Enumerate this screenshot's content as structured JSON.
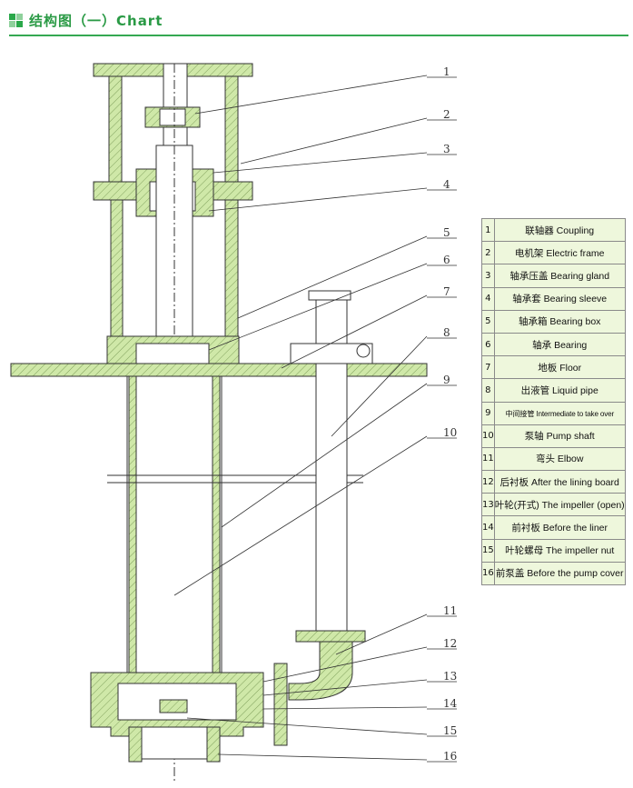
{
  "header": {
    "title": "结构图（一）Chart"
  },
  "callouts": [
    "1",
    "2",
    "3",
    "4",
    "5",
    "6",
    "7",
    "8",
    "9",
    "10",
    "11",
    "12",
    "13",
    "14",
    "15",
    "16"
  ],
  "legend": [
    {
      "no": "1",
      "text": "联轴器 Coupling"
    },
    {
      "no": "2",
      "text": "电机架 Electric frame"
    },
    {
      "no": "3",
      "text": "轴承压盖 Bearing gland"
    },
    {
      "no": "4",
      "text": "轴承套 Bearing sleeve"
    },
    {
      "no": "5",
      "text": "轴承箱 Bearing box"
    },
    {
      "no": "6",
      "text": "轴承 Bearing"
    },
    {
      "no": "7",
      "text": "地板 Floor"
    },
    {
      "no": "8",
      "text": "出液管 Liquid pipe"
    },
    {
      "no": "9",
      "text": "中间接管 Intermediate to take over"
    },
    {
      "no": "10",
      "text": "泵轴 Pump shaft"
    },
    {
      "no": "11",
      "text": "弯头 Elbow"
    },
    {
      "no": "12",
      "text": "后衬板 After the lining board"
    },
    {
      "no": "13",
      "text": "叶轮(开式) The impeller (open)"
    },
    {
      "no": "14",
      "text": "前衬板 Before the liner"
    },
    {
      "no": "15",
      "text": "叶轮螺母 The impeller nut"
    },
    {
      "no": "16",
      "text": "前泵盖 Before the pump cover"
    }
  ],
  "colors": {
    "accent": "#2a9a45",
    "hatch_fill": "#cfe8a8",
    "table_bg": "#eef7dc"
  }
}
